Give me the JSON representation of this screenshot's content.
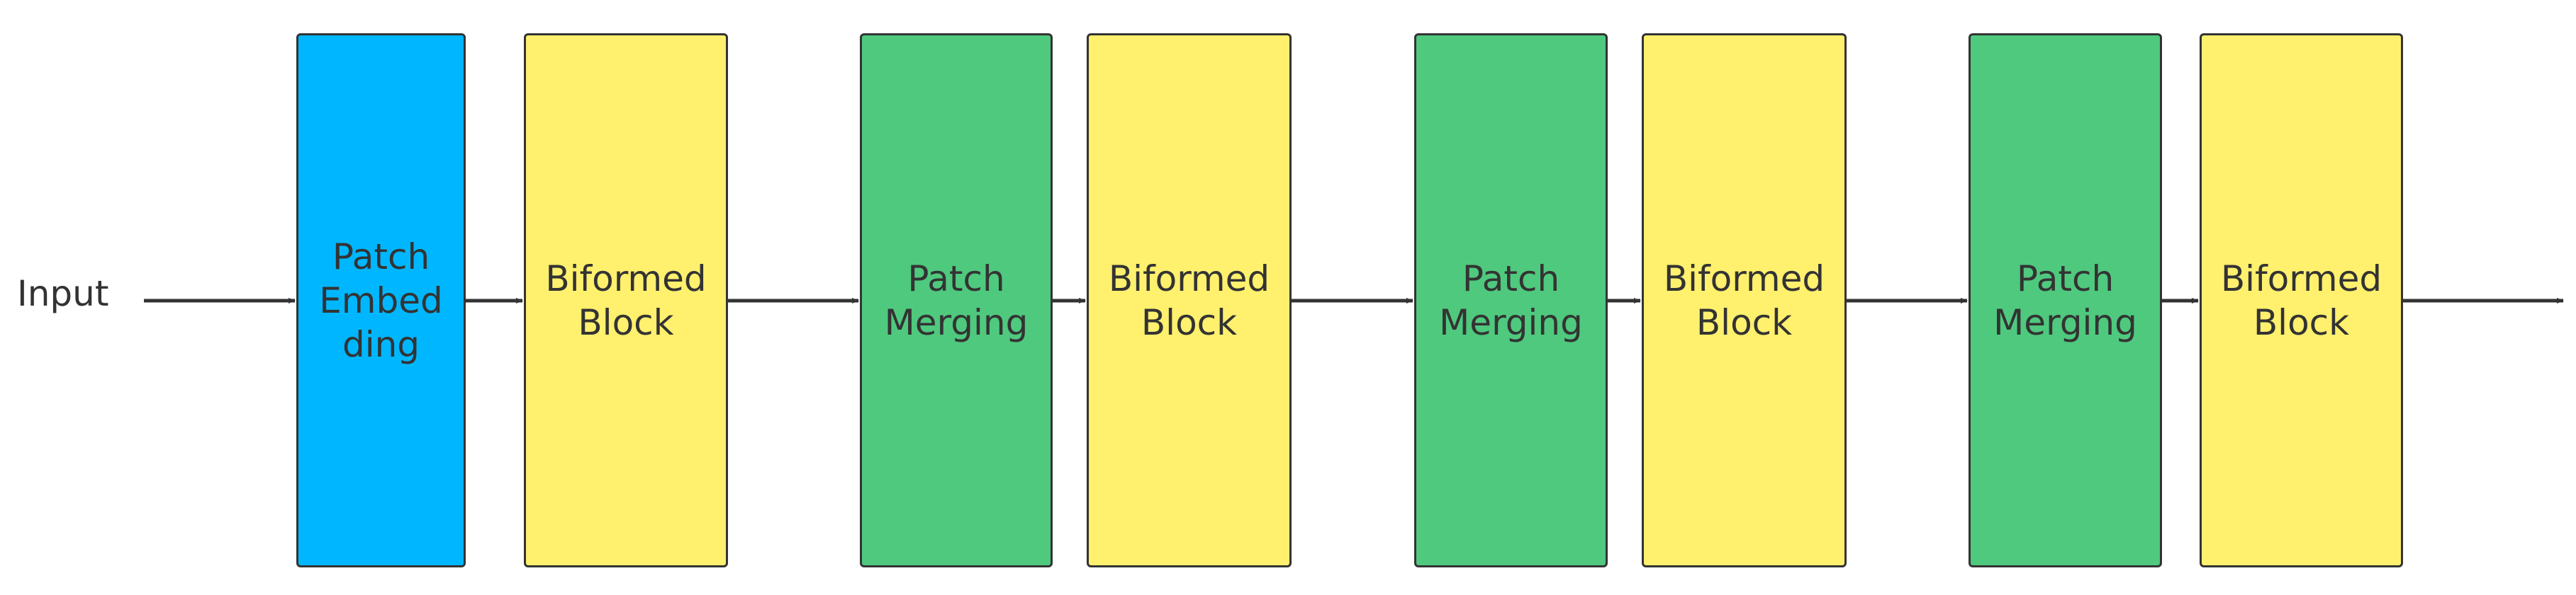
{
  "input_label": "Input",
  "blocks": [
    {
      "label": "Patch\nEmbed\nding",
      "kind": "patch-embedding",
      "color": "#00B7FF"
    },
    {
      "label": "Biformed\nBlock",
      "kind": "biformed-block",
      "color": "#FFF06E"
    },
    {
      "label": "Patch\nMerging",
      "kind": "patch-merging",
      "color": "#4FC97E"
    },
    {
      "label": "Biformed\nBlock",
      "kind": "biformed-block",
      "color": "#FFF06E"
    },
    {
      "label": "Patch\nMerging",
      "kind": "patch-merging",
      "color": "#4FC97E"
    },
    {
      "label": "Biformed\nBlock",
      "kind": "biformed-block",
      "color": "#FFF06E"
    },
    {
      "label": "Patch\nMerging",
      "kind": "patch-merging",
      "color": "#4FC97E"
    },
    {
      "label": "Biformed\nBlock",
      "kind": "biformed-block",
      "color": "#FFF06E"
    }
  ],
  "colors": {
    "line": "#333333",
    "border": "#333333",
    "text": "#333333"
  }
}
